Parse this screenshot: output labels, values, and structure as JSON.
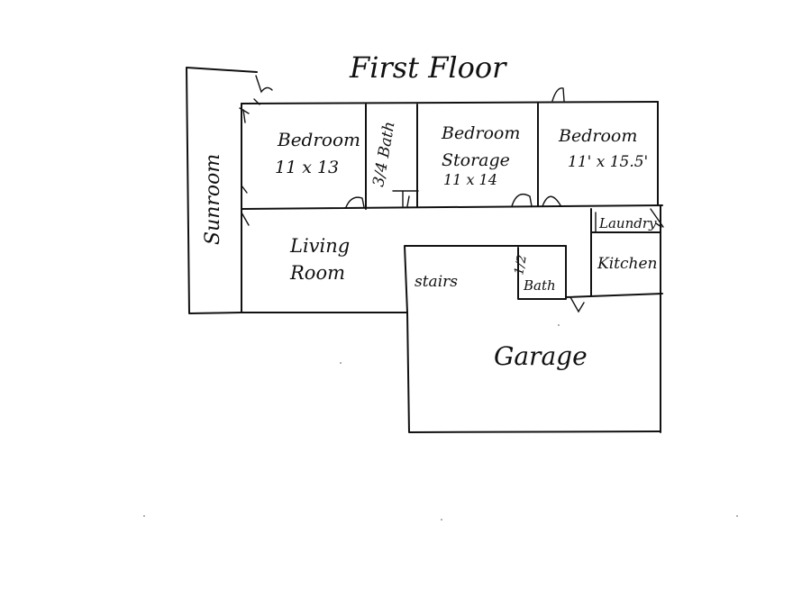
{
  "title": "First Floor",
  "rooms": {
    "sunroom": "Sunroom",
    "bedroom1": {
      "name": "Bedroom",
      "size": "11 x 13"
    },
    "bath34": "3/4 Bath",
    "bedroom2": {
      "name": "Bedroom",
      "line2": "Storage",
      "size": "11 x 14"
    },
    "bedroom3": {
      "name": "Bedroom",
      "size": "11' x 15.5'"
    },
    "laundry": "Laundry",
    "living": {
      "line1": "Living",
      "line2": "Room"
    },
    "stairs": "stairs",
    "halfbath": {
      "line1": "1/2",
      "line2": "Bath"
    },
    "kitchen": "Kitchen",
    "garage": "Garage"
  }
}
